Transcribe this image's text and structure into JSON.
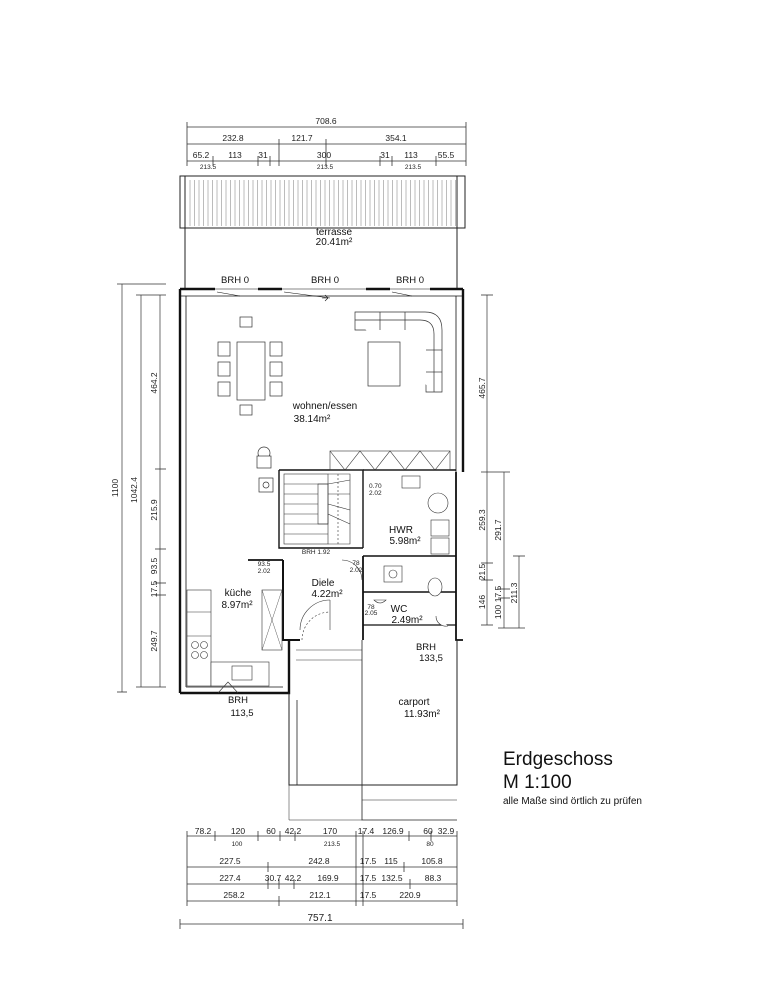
{
  "title": {
    "line1": "Erdgeschoss",
    "line2": "M 1:100",
    "note": "alle Maße sind örtlich zu prüfen"
  },
  "rooms": {
    "terrasse": {
      "name": "terrasse",
      "area": "20.41m²"
    },
    "wohnen": {
      "name": "wohnen/essen",
      "area": "38.14m²"
    },
    "hwr": {
      "name": "HWR",
      "area": "5.98m²"
    },
    "diele": {
      "name": "Diele",
      "area": "4.22m²"
    },
    "kueche": {
      "name": "küche",
      "area": "8.97m²"
    },
    "wc": {
      "name": "WC",
      "area": "2.49m²"
    },
    "carport": {
      "name": "carport",
      "area": "11.93m²"
    }
  },
  "brh": {
    "brh0": "BRH 0",
    "wc_label": "BRH",
    "wc_value": "133,5",
    "kueche_label": "BRH",
    "kueche_value": "113,5"
  },
  "small_labels": {
    "stair": "BRH 1.92",
    "door_hwr_a": "0.70",
    "door_hwr_b": "2.02",
    "door_diele_a": "93.5",
    "door_diele_b": "2.02",
    "door_wc_a": "78",
    "door_wc_b": "2.02",
    "door_wc2_a": "78",
    "door_wc2_b": "2.05"
  },
  "dims_top": {
    "total": "708.6",
    "row2": [
      "232.8",
      "121.7",
      "354.1"
    ],
    "row3": [
      "65.2",
      "113",
      "31",
      "300",
      "31",
      "113",
      "55.5"
    ],
    "row3_sub": [
      "213.5",
      "213.5",
      "213.5"
    ]
  },
  "dims_left": {
    "outer": "1100",
    "mid": "1042.4",
    "segs": [
      "464.2",
      "215.9",
      "93.5",
      "17.5",
      "249.7"
    ]
  },
  "dims_right": {
    "segs_a": [
      "465.7",
      "259.3",
      "21.5",
      "146"
    ],
    "segs_b": [
      "291.7",
      "17.5",
      "100"
    ],
    "segs_c": [
      "211.3"
    ]
  },
  "dims_bottom": {
    "row1": [
      "78.2",
      "120",
      "60",
      "42.2",
      "170",
      "17.4",
      "126.9",
      "60",
      "32.9"
    ],
    "row1_sub": [
      "100",
      "213.5",
      "80"
    ],
    "row2": [
      "227.5",
      "242.8",
      "17.5",
      "115",
      "105.8"
    ],
    "row3": [
      "227.4",
      "30.7",
      "42.2",
      "169.9",
      "17.5",
      "132.5",
      "88.3"
    ],
    "row4": [
      "258.2",
      "212.1",
      "17.5",
      "220.9"
    ],
    "total": "757.1"
  }
}
